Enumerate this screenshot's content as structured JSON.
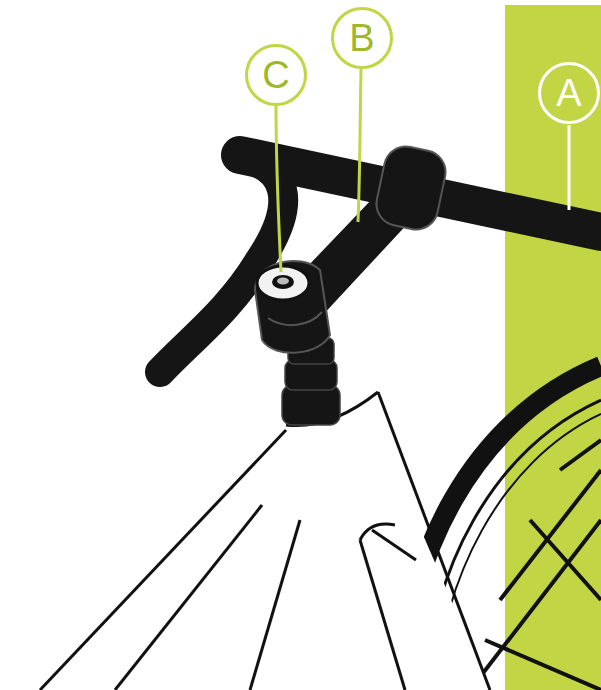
{
  "diagram": {
    "nodes": [
      {
        "text": [
          "C"
        ]
      },
      {
        "text": [
          "B"
        ]
      },
      {
        "text": [
          "A"
        ]
      }
    ]
  }
}
